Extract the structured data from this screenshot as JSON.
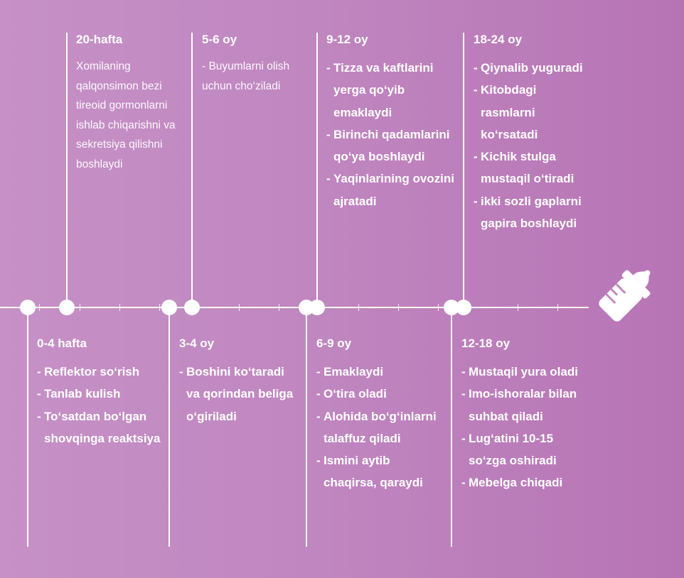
{
  "top": [
    {
      "title": "20-hafta",
      "text": "Xomilaning qalqonsimon bezi tireoid gormonlarni ishlab chiqarishni va sekretsiya qilishni boshlaydi"
    },
    {
      "title": "5-6 oy",
      "text": "- Buyumlarni olish uchun cho‘ziladi"
    },
    {
      "title": "9-12 oy",
      "items": [
        "Tizza va kaftlarini yerga qo‘yib emaklaydi",
        "Birinchi qadamlarini qo‘ya boshlaydi",
        "Yaqinlarining ovozini ajratadi"
      ]
    },
    {
      "title": "18-24 oy",
      "items": [
        "Qiynalib yuguradi",
        "Kitobdagi rasmlarni ko‘rsatadi",
        "Kichik stulga mustaqil o‘tiradi",
        "ikki sozli gaplarni gapira boshlaydi"
      ]
    }
  ],
  "bottom": [
    {
      "title": "0-4 hafta",
      "items": [
        "Reflektor so‘rish",
        "Tanlab kulish",
        "To‘satdan bo‘lgan shovqinga reaktsiya"
      ]
    },
    {
      "title": "3-4 oy",
      "items": [
        "Boshini ko‘taradi va qorindan beliga o‘giriladi"
      ]
    },
    {
      "title": "6-9 oy",
      "items": [
        "Emaklaydi",
        "O‘tira oladi",
        "Alohida bo‘g‘inlarni talaffuz qiladi",
        "Ismini aytib chaqirsa, qaraydi"
      ]
    },
    {
      "title": "12-18 oy",
      "items": [
        "Mustaqil yura oladi",
        "Imo-ishoralar bilan suhbat qiladi",
        "Lug‘atini 10-15 so‘zga oshiradi",
        "Mebelga chiqadi"
      ]
    }
  ],
  "icon": "baby-bottle-icon"
}
